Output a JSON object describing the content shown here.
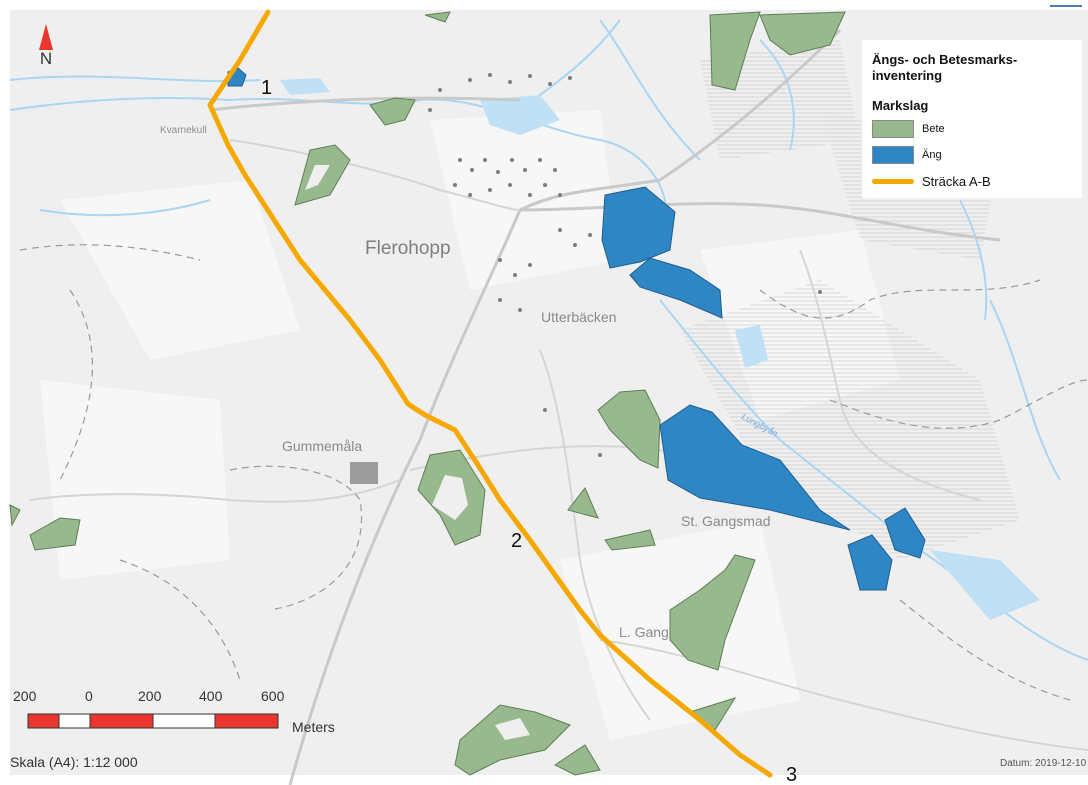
{
  "legend": {
    "title": "Ängs- och Betesmarks-inventering",
    "subtitle": "Markslag",
    "items": [
      {
        "label": "Bete",
        "color": "#97b98d"
      },
      {
        "label": "Äng",
        "color": "#2f86c4"
      },
      {
        "label": "Sträcka A-B",
        "color": "#f5a800"
      }
    ]
  },
  "north": {
    "label": "N"
  },
  "places": {
    "flerohopp": "Flerohopp",
    "kvarnekull": "Kvarnekull",
    "utterbacken": "Utterbäcken",
    "gummemala": "Gummemåla",
    "st_gangsmad": "St. Gangsmad",
    "l_gang": "L. Gang",
    "river": "Lungbyån"
  },
  "markers": [
    "1",
    "2",
    "3"
  ],
  "scale": {
    "ticks": [
      "200",
      "0",
      "200",
      "400",
      "600"
    ],
    "unit": "Meters",
    "ratio": "Skala (A4): 1:12 000"
  },
  "date": "Datum: 2019-12-10",
  "colors": {
    "route": "#f5a800",
    "bete": "#97b98d",
    "ang": "#2f86c4",
    "water": "#bfe0f5",
    "road": "#cfcfcf",
    "scale_red": "#e8382e"
  }
}
